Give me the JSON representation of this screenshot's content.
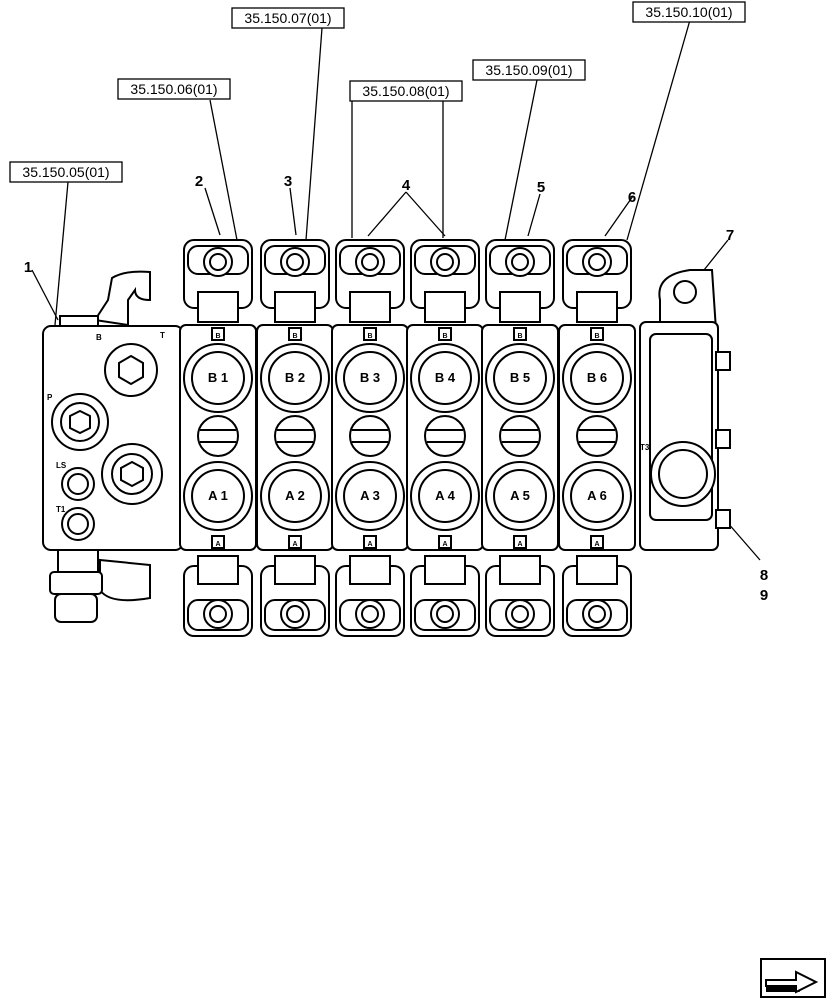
{
  "references": [
    {
      "id": "ref-05",
      "text": "35.150.05(01)"
    },
    {
      "id": "ref-06",
      "text": "35.150.06(01)"
    },
    {
      "id": "ref-07",
      "text": "35.150.07(01)"
    },
    {
      "id": "ref-08",
      "text": "35.150.08(01)"
    },
    {
      "id": "ref-09",
      "text": "35.150.09(01)"
    },
    {
      "id": "ref-10",
      "text": "35.150.10(01)"
    }
  ],
  "callouts": [
    "1",
    "2",
    "3",
    "4",
    "5",
    "6",
    "7",
    "8",
    "9"
  ],
  "sections": [
    {
      "top_port": "B 1",
      "bottom_port": "A 1",
      "top_mark": "B",
      "bottom_mark": "A"
    },
    {
      "top_port": "B 2",
      "bottom_port": "A 2",
      "top_mark": "B",
      "bottom_mark": "A"
    },
    {
      "top_port": "B 3",
      "bottom_port": "A 3",
      "top_mark": "B",
      "bottom_mark": "A"
    },
    {
      "top_port": "B 4",
      "bottom_port": "A 4",
      "top_mark": "B",
      "bottom_mark": "A"
    },
    {
      "top_port": "B 5",
      "bottom_port": "A 5",
      "top_mark": "B",
      "bottom_mark": "A"
    },
    {
      "top_port": "B 6",
      "bottom_port": "A 6",
      "top_mark": "B",
      "bottom_mark": "A"
    }
  ],
  "inlet_labels": {
    "top_left": "B",
    "top_right": "T",
    "pump": "P",
    "ls": "LS",
    "t1": "T1"
  },
  "outlet_label": "T3",
  "nav_icon": "next-page-arrow-icon"
}
